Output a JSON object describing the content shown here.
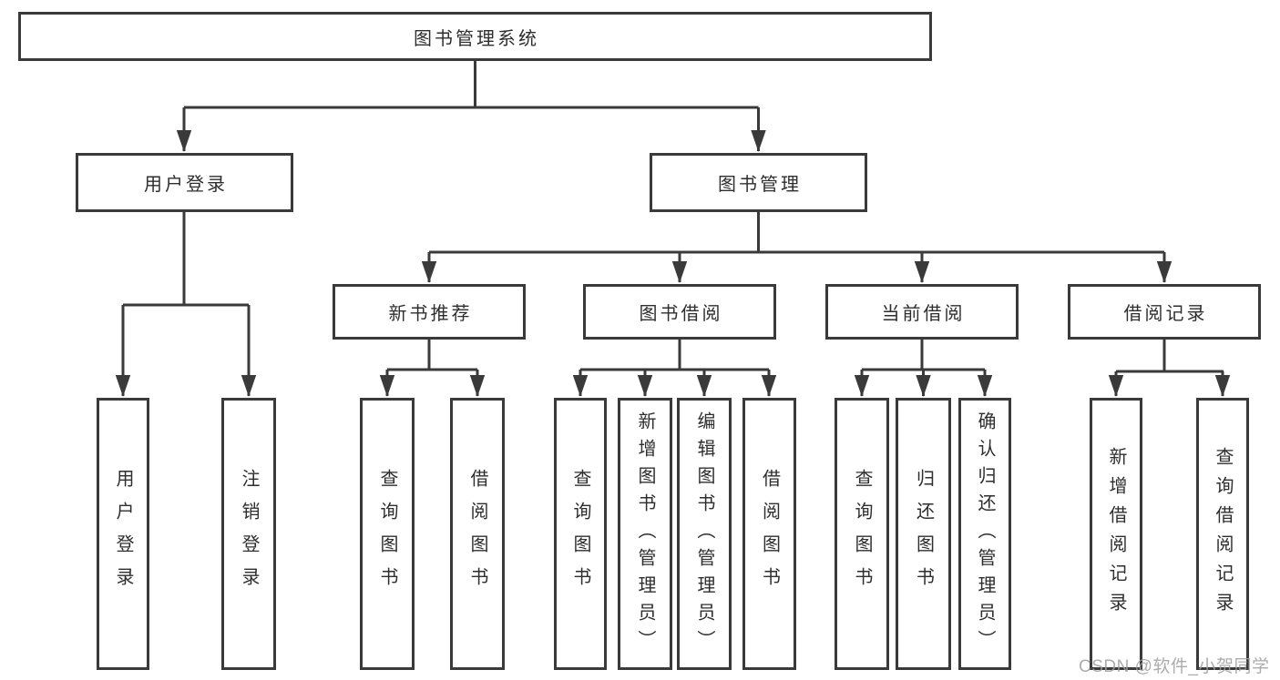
{
  "diagram": {
    "type": "tree-structure-diagram",
    "colors": {
      "line": "#3a3a3a",
      "box_border": "#3a3a3a",
      "box_background": "#ffffff",
      "text": "#2e2e2e",
      "watermark": "#9e9e9e"
    }
  },
  "tree": {
    "label": "图书管理系统",
    "children": [
      {
        "label": "用户登录",
        "children": [
          {
            "label": "用户登录"
          },
          {
            "label": "注销登录"
          }
        ]
      },
      {
        "label": "图书管理",
        "children": [
          {
            "label": "新书推荐",
            "children": [
              {
                "label": "查询图书"
              },
              {
                "label": "借阅图书"
              }
            ]
          },
          {
            "label": "图书借阅",
            "children": [
              {
                "label": "查询图书"
              },
              {
                "label": "新增图书（管理员）"
              },
              {
                "label": "编辑图书（管理员）"
              },
              {
                "label": "借阅图书"
              }
            ]
          },
          {
            "label": "当前借阅",
            "children": [
              {
                "label": "查询图书"
              },
              {
                "label": "归还图书"
              },
              {
                "label": "确认归还（管理员）"
              }
            ]
          },
          {
            "label": "借阅记录",
            "children": [
              {
                "label": "新增借阅记录"
              },
              {
                "label": "查询借阅记录"
              }
            ]
          }
        ]
      }
    ]
  },
  "watermark": {
    "text": "CSDN @软件_小贺同学"
  }
}
